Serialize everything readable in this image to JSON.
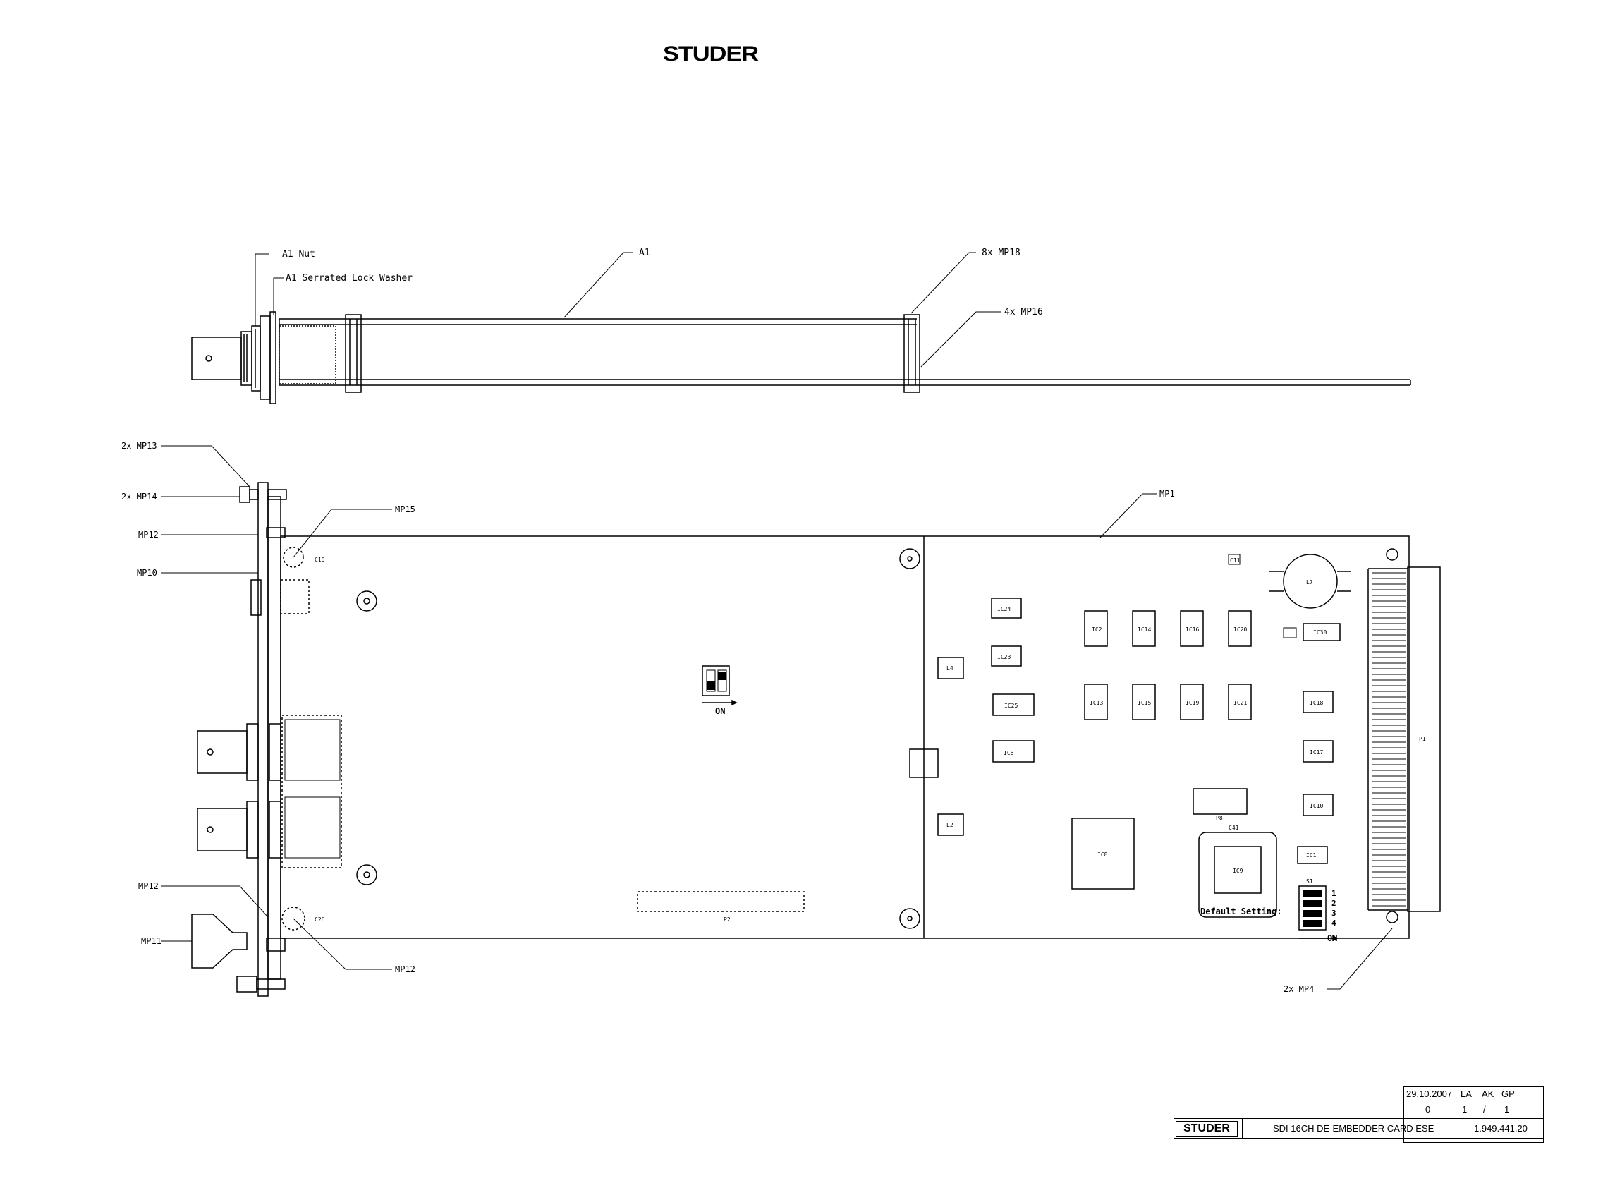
{
  "header": {
    "brand": "STUDER"
  },
  "top_view": {
    "labels": {
      "nut": "A1 Nut",
      "washer": "A1 Serrated Lock Washer",
      "a1": "A1",
      "mp18": "8x MP18",
      "mp16": "4x MP16"
    }
  },
  "front_view": {
    "labels": {
      "mp13": "2x MP13",
      "mp14": "2x MP14",
      "mp12_top": "MP12",
      "mp10": "MP10",
      "mp15": "MP15",
      "mp12_lower": "MP12",
      "mp11": "MP11",
      "mp12_bottom": "MP12",
      "mp1": "MP1",
      "mp4": "2x MP4"
    }
  },
  "board": {
    "dip_on": "ON",
    "dip_on2": "ON",
    "default_setting": "Default Setting:",
    "ics": [
      {
        "ref": "IC24"
      },
      {
        "ref": "IC23"
      },
      {
        "ref": "IC25"
      },
      {
        "ref": "IC8"
      },
      {
        "ref": "IC2"
      },
      {
        "ref": "IC14"
      },
      {
        "ref": "IC16"
      },
      {
        "ref": "IC20"
      },
      {
        "ref": "IC13"
      },
      {
        "ref": "IC15"
      },
      {
        "ref": "IC19"
      },
      {
        "ref": "IC21"
      },
      {
        "ref": "IC30"
      },
      {
        "ref": "IC18"
      },
      {
        "ref": "IC17"
      },
      {
        "ref": "IC10"
      },
      {
        "ref": "IC1"
      },
      {
        "ref": "IC6"
      },
      {
        "ref": "IC9"
      },
      {
        "ref": "L7"
      },
      {
        "ref": "L4"
      },
      {
        "ref": "L2"
      }
    ],
    "small_refs": {
      "p2": "P2",
      "p1": "P1",
      "p8": "P8",
      "c41": "C41",
      "c11": "C11",
      "c15": "C15",
      "c26": "C26",
      "s1": "S1"
    },
    "dip_numbers": [
      "1",
      "2",
      "3",
      "4"
    ]
  },
  "title_block": {
    "date": "29.10.2007",
    "drawn": "LA",
    "checked": "AK",
    "approved": "GP",
    "revision": "0",
    "sheet": "1",
    "sheet_sep": "/",
    "sheets": "1",
    "logo": "STUDER",
    "title": "SDI 16CH DE-EMBEDDER CARD ESE",
    "number": "1.949.441.20"
  }
}
